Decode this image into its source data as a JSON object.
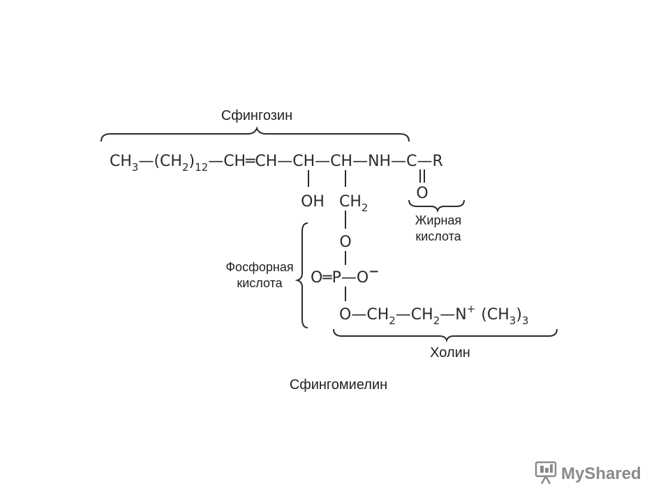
{
  "labels": {
    "sphingosine": "Сфингозин",
    "fatty_acid_line1": "Жирная",
    "fatty_acid_line2": "кислота",
    "phosphoric_line1": "Фосфорная",
    "phosphoric_line2": "кислота",
    "choline": "Холин",
    "caption": "Сфингомиелин"
  },
  "formula": {
    "main": {
      "ch3": "CH",
      "ch3_sub": "3",
      "ch2_group": "(CH",
      "ch2_sub": "2",
      "ch2_close": ")",
      "ch2_count": "12",
      "ch_eq_ch": "CH═CH",
      "ch_oh": "CH",
      "ch_ch2": "CH",
      "nh": "NH",
      "c": "C",
      "r": "R"
    },
    "carbonyl_o": "O",
    "oh": "OH",
    "ch2_link": "CH",
    "ch2_link_sub": "2",
    "ester_o": "O",
    "phosphate": {
      "o_double": "O",
      "p": "P",
      "o_minus": "O",
      "charge": "−"
    },
    "choline": {
      "o": "O",
      "ch2a": "CH",
      "ch2a_sub": "2",
      "ch2b": "CH",
      "ch2b_sub": "2",
      "n": "N",
      "n_charge": "+",
      "ch3_group": "(CH",
      "ch3_sub": "3",
      "ch3_close": ")",
      "ch3_count": "3"
    }
  },
  "watermark": {
    "text": "MyShared",
    "icon": "presentation-board-icon",
    "color": "#8a8a8a"
  }
}
